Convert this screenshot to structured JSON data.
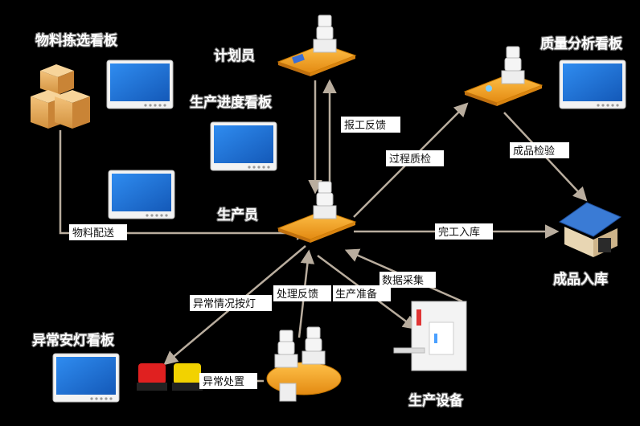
{
  "nodes": {
    "material_board": "物料拣选看板",
    "planner": "计划员",
    "progress_board": "生产进度看板",
    "quality_board": "质量分析看板",
    "producer": "生产员",
    "andon_board": "异常安灯看板",
    "equipment": "生产设备",
    "warehouse": "成品入库"
  },
  "edges": {
    "material_delivery": "物料配送",
    "work_report": "报工反馈",
    "process_qc": "过程质检",
    "product_inspection": "成品检验",
    "completion_storage": "完工入库",
    "data_collection": "数据采集",
    "production_prep": "生产准备",
    "handling_feedback": "处理反馈",
    "exception_button": "异常情况按灯",
    "exception_handling": "异常处置"
  },
  "colors": {
    "background": "#000000",
    "connector": "#b9ad9e",
    "monitor_screen": "#1e6fd0",
    "platform": "#f5a623",
    "andon_red": "#e02020",
    "andon_yellow": "#f2d200",
    "house_roof": "#3a7bd5"
  },
  "icons": {
    "monitor": "lcd-monitor-icon",
    "boxes": "cardboard-boxes-icon",
    "worker": "worker-at-desk-icon",
    "house": "warehouse-house-icon",
    "lamp": "andon-lamp-icon",
    "machine": "production-machine-icon"
  }
}
